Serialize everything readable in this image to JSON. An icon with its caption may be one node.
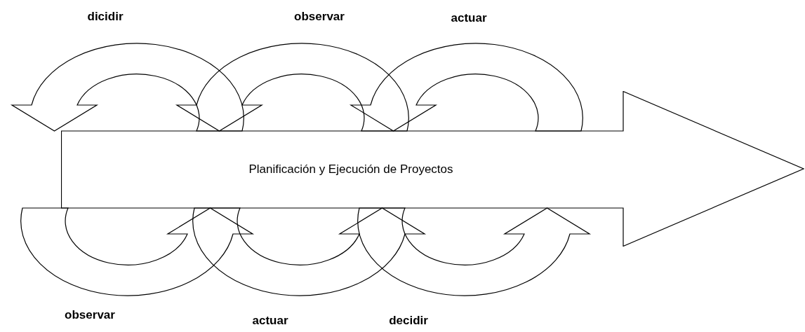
{
  "diagram": {
    "nodes": [
      {
        "text": [
          "Planificación y Ejecución de Proyectos"
        ]
      }
    ],
    "labels": [
      "dicidir",
      "observar",
      "actuar",
      "observar",
      "actuar",
      "decidir"
    ]
  }
}
